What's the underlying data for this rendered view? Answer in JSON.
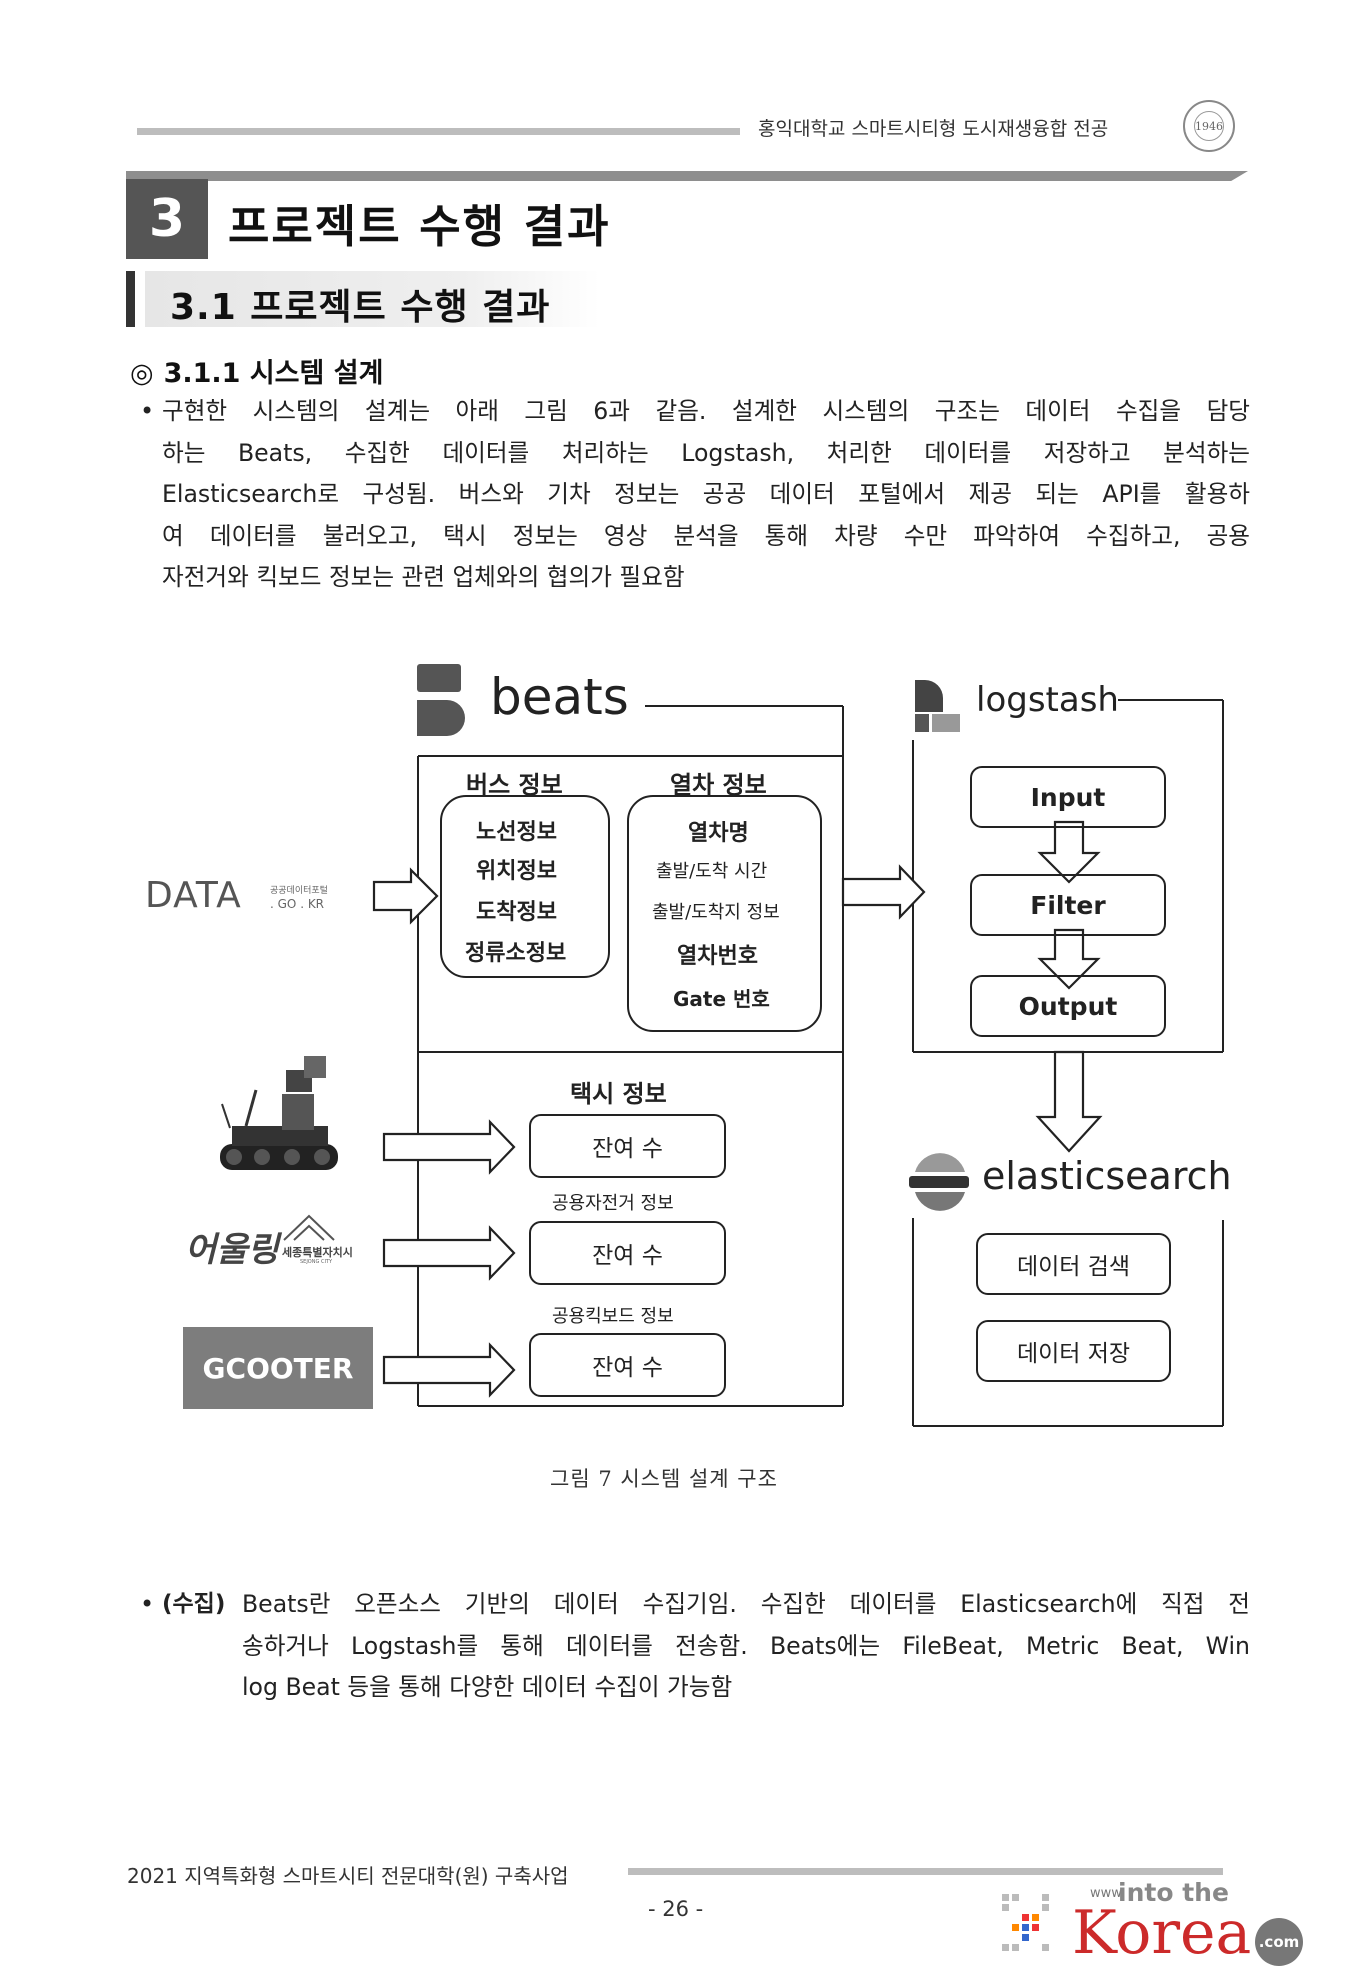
{
  "header": {
    "text": "홍익대학교 스마트시티형 도시재생융합 전공",
    "seal": "1946"
  },
  "chapter": {
    "number": "3",
    "title": "프로젝트 수행 결과"
  },
  "section": {
    "title": "3.1 프로젝트 수행 결과"
  },
  "subsection": {
    "marker": "◎",
    "title": "3.1.1 시스템 설계"
  },
  "para1": {
    "bullet": "•",
    "lines": [
      "구현한 시스템의 설계는 아래 그림 6과 같음. 설계한 시스템의 구조는 데이터 수집을 담당",
      "하는 Beats, 수집한 데이터를 처리하는 Logstash, 처리한 데이터를 저장하고 분석하는",
      "Elasticsearch로 구성됨. 버스와 기차 정보는 공공 데이터 포털에서 제공 되는 API를 활용하",
      "여 데이터를 불러오고, 택시 정보는 영상 분석을 통해 차량 수만 파악하여 수집하고, 공용",
      "자전거와 킥보드 정보는 관련 업체와의 협의가 필요함"
    ]
  },
  "diagram": {
    "beats": {
      "label": "beats"
    },
    "logstash": {
      "label": "logstash",
      "steps": [
        "Input",
        "Filter",
        "Output"
      ]
    },
    "elasticsearch": {
      "label": "elasticsearch",
      "items": [
        "데이터 검색",
        "데이터 저장"
      ]
    },
    "bus": {
      "title": "버스 정보",
      "items": [
        "노선정보",
        "위치정보",
        "도착정보",
        "정류소정보"
      ]
    },
    "train": {
      "title": "열차 정보",
      "items": [
        "열차명",
        "출발/도착 시간",
        "출발/도착지 정보",
        "열차번호",
        "Gate 번호"
      ]
    },
    "taxi": {
      "title": "택시 정보",
      "value": "잔여 수"
    },
    "bike": {
      "title": "공용자전거 정보",
      "value": "잔여 수"
    },
    "kick": {
      "title": "공용킥보드 정보",
      "value": "잔여 수"
    },
    "sources": {
      "data_portal": {
        "main": "DATA",
        "sub1": "공공데이터포털",
        "sub2": ". GO . KR"
      },
      "eoulling": {
        "text": "어울링"
      },
      "sejong": {
        "text": "세종특별자치시",
        "sub": "SEJONG CITY"
      },
      "gcooter": {
        "text": "GCOOTER"
      }
    },
    "caption": "그림 7 시스템 설계 구조"
  },
  "para2": {
    "bullet": "•",
    "label": "(수집)",
    "lines": [
      "Beats란 오픈소스 기반의 데이터 수집기임. 수집한 데이터를 Elasticsearch에 직접 전",
      "송하거나 Logstash를 통해 데이터를 전송함. Beats에는 FileBeat, Metric Beat, Win",
      "log Beat 등을 통해 다양한 데이터 수집이 가능함"
    ]
  },
  "footer": {
    "text": "2021 지역특화형 스마트시티 전문대학(원) 구축사업",
    "page": "- 26 -",
    "brand": {
      "www": "www.",
      "into": "into the",
      "korea": "Korea",
      "com": ".com"
    }
  }
}
